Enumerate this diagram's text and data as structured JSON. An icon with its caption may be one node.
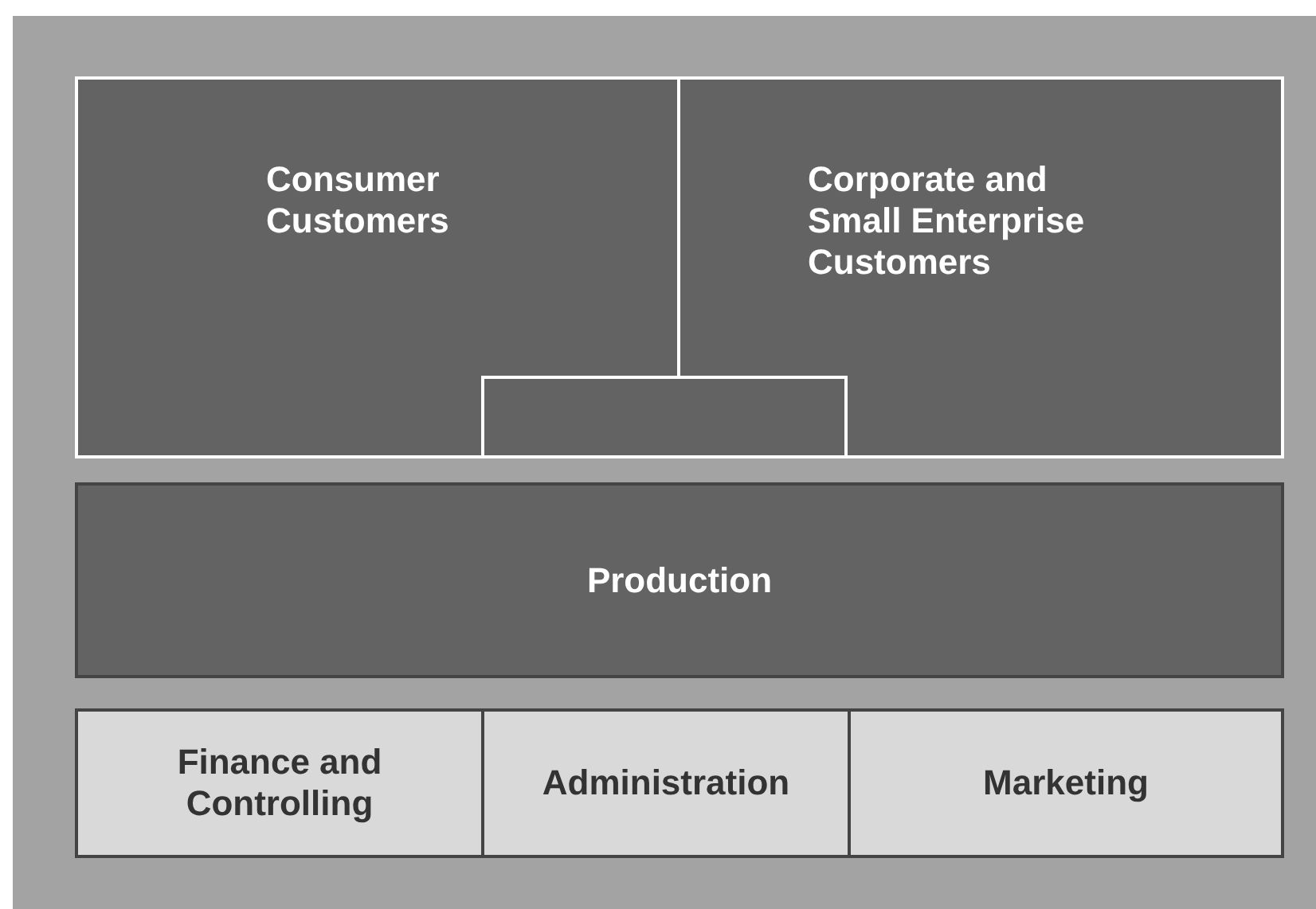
{
  "diagram": {
    "nodes": [
      {
        "text": [
          "Consumer Customers"
        ]
      },
      {
        "text": [
          "Corporate and Small Enterprise Customers"
        ]
      },
      {
        "text": [],
        "shape": "box"
      },
      {
        "text": [
          "Production"
        ]
      },
      {
        "text": [
          "Finance and Controlling"
        ]
      },
      {
        "text": [
          "Administration"
        ]
      },
      {
        "text": [
          "Marketing"
        ]
      }
    ]
  }
}
